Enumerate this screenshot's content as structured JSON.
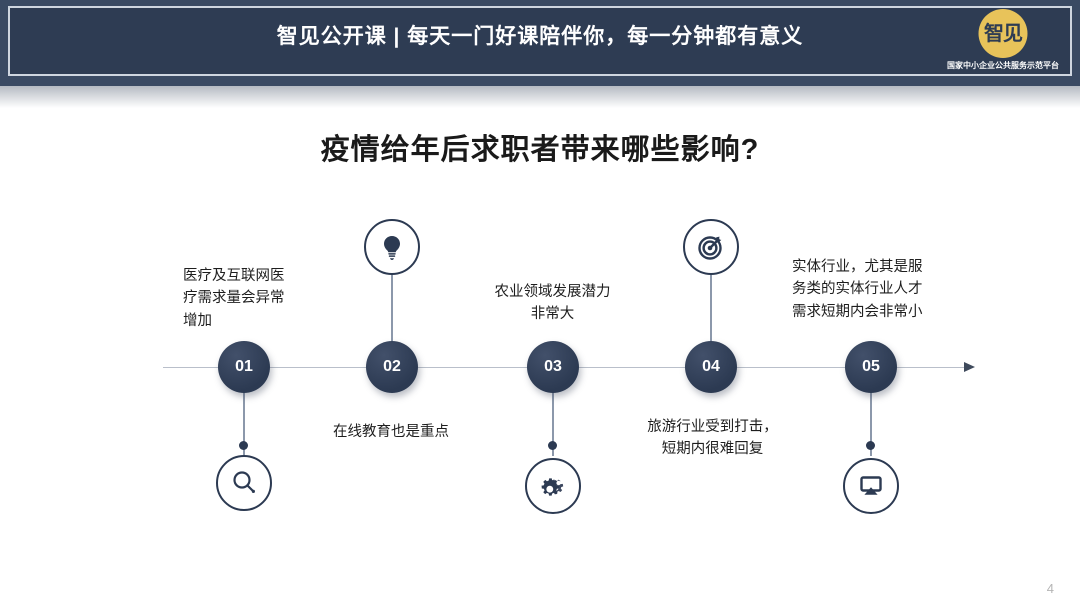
{
  "header": {
    "title": "智见公开课 | 每天一门好课陪伴你，每一分钟都有意义",
    "logo_mark": "智见",
    "logo_caption": "国家中小企业公共服务示范平台",
    "bar_color": "#2e3c53",
    "logo_color": "#e8c35a"
  },
  "slide": {
    "title": "疫情给年后求职者带来哪些影响?",
    "page_number": "4",
    "accent_color": "#2c3a52",
    "axis_color": "#b9bfca"
  },
  "timeline": {
    "nodes": [
      {
        "number": "01",
        "icon": "search-icon",
        "icon_position": "below",
        "caption": "医疗及互联网医\n疗需求量会异常\n增加",
        "caption_align": "left"
      },
      {
        "number": "02",
        "icon": "lightbulb-icon",
        "icon_position": "above",
        "caption": "在线教育也是重点",
        "caption_align": "center"
      },
      {
        "number": "03",
        "icon": "gears-icon",
        "icon_position": "below",
        "caption": "农业领域发展潜力\n非常大",
        "caption_align": "center"
      },
      {
        "number": "04",
        "icon": "target-icon",
        "icon_position": "above",
        "caption": "旅游行业受到打击，\n短期内很难回复",
        "caption_align": "center"
      },
      {
        "number": "05",
        "icon": "airplay-icon",
        "icon_position": "below",
        "caption": "实体行业，尤其是服\n务类的实体行业人才\n需求短期内会非常小",
        "caption_align": "left"
      }
    ]
  }
}
